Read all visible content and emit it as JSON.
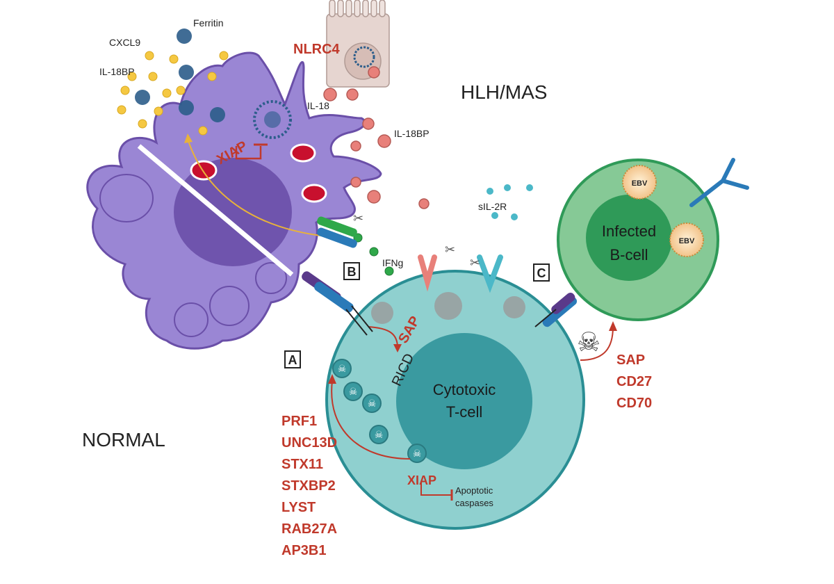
{
  "headings": {
    "hlh": "HLH/MAS",
    "normal": "NORMAL"
  },
  "cells": {
    "t_cell": [
      "Cytotoxic",
      "T-cell"
    ],
    "b_cell": [
      "Infected",
      "B-cell"
    ],
    "ebv": "EBV"
  },
  "panel_labels": {
    "a": "A",
    "b": "B",
    "c": "C"
  },
  "labels": {
    "ferritin": "Ferritin",
    "cxcl9": "CXCL9",
    "il18bp_left": "IL-18BP",
    "nlrc4": "NLRC4",
    "il18": "IL-18",
    "il18bp_right": "IL-18BP",
    "xiap_macrophage": "XIAP",
    "sil2r": "sIL-2R",
    "ifng": "IFNg",
    "sap_ricd": "SAP",
    "ricd": "RICD",
    "xiap_tcell": "XIAP",
    "apoptotic": [
      "Apoptotic",
      "caspases"
    ]
  },
  "genes_cytotoxic": [
    "PRF1",
    "UNC13D",
    "STX11",
    "STXBP2",
    "LYST",
    "RAB27A",
    "AP3B1"
  ],
  "genes_bcell": [
    "SAP",
    "CD27",
    "CD70"
  ],
  "colors": {
    "macrophage": "#9a86d4",
    "macrophage_dark": "#6a4fa8",
    "t_cell": "#8fd0cf",
    "t_cell_nucleus": "#3a9aa0",
    "b_cell": "#86c996",
    "b_cell_nucleus": "#2f9a58",
    "gene_red": "#c0392b",
    "ferritin_yellow": "#f5c842",
    "il18_pink": "#e8807a"
  }
}
